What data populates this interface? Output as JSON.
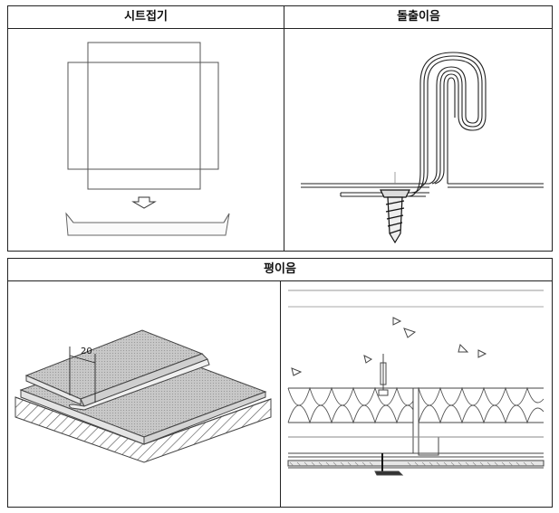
{
  "table": {
    "top_left_title": "시트접기",
    "top_right_title": "돌출이음",
    "bottom_title": "평이음"
  },
  "figures": {
    "flat_seam_dimension": "20"
  }
}
